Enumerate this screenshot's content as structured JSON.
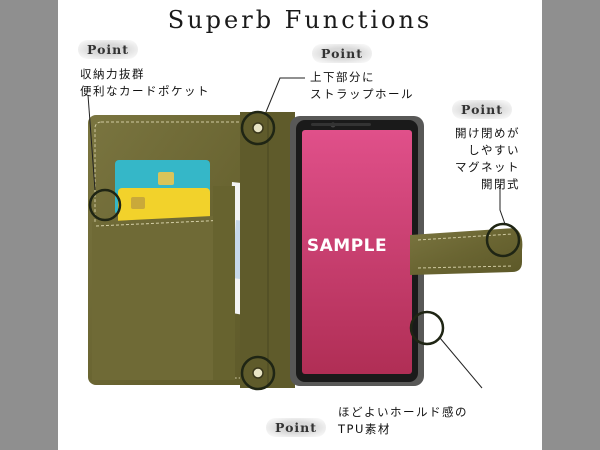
{
  "header": {
    "title": "Superb Functions"
  },
  "points": [
    {
      "tag": "Point",
      "lines": [
        "収納力抜群",
        "便利なカードポケット"
      ]
    },
    {
      "tag": "Point",
      "lines": [
        "上下部分に",
        "ストラップホール"
      ]
    },
    {
      "tag": "Point",
      "lines": [
        "開け閉めが",
        "しやすい",
        "マグネット",
        "開閉式"
      ]
    },
    {
      "tag": "Point",
      "lines": [
        "ほどよいホールド感の",
        "TPU素材"
      ]
    }
  ],
  "phone": {
    "screen_label": "SAMPLE"
  },
  "colors": {
    "background": "#8f8f8f",
    "card": "#ffffff",
    "leather": "#6e6a34",
    "leather_dark": "#555127",
    "screen_top": "#e0508a",
    "screen_bottom": "#b5305a",
    "callout_circle": "#1f2514"
  }
}
